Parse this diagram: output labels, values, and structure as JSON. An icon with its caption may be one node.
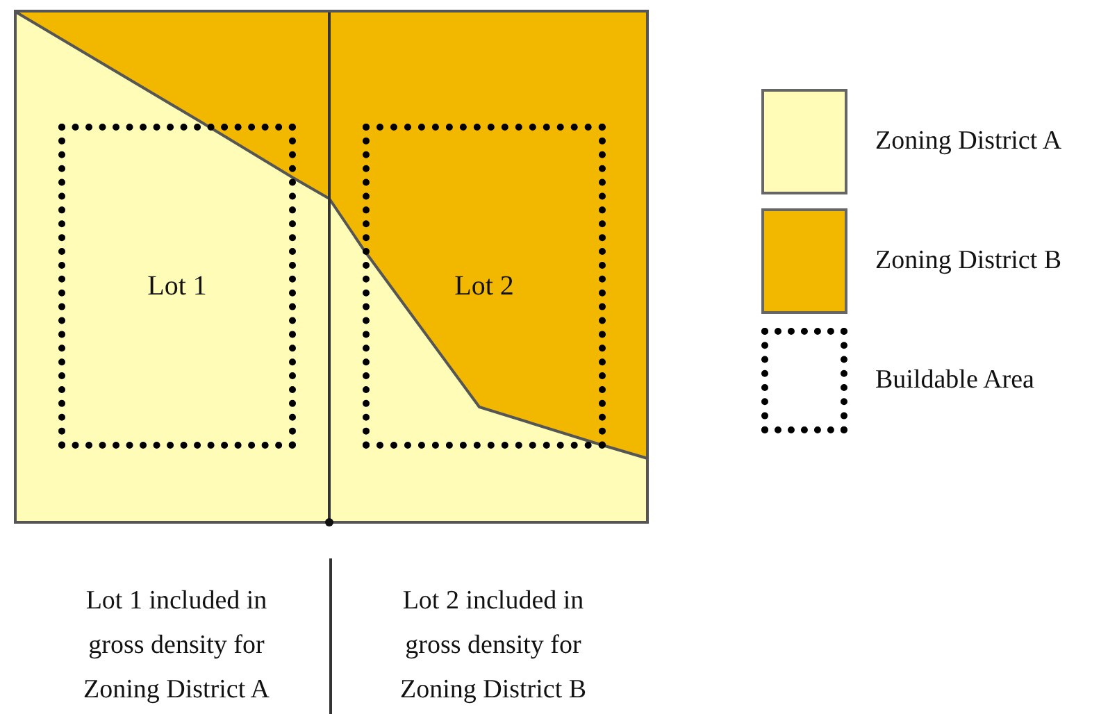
{
  "diagram": {
    "nodes": [
      {
        "text": [
          "Lot 1"
        ]
      },
      {
        "text": [
          "Lot 2"
        ]
      }
    ],
    "labels": [
      "Lot 1 included in gross density for Zoning District A",
      "Lot 2 included in gross density for Zoning District B"
    ],
    "legend": [
      {
        "text": "Zoning District A",
        "color": "#fffcb8"
      },
      {
        "text": "Zoning District B",
        "color": "#f2b800"
      },
      {
        "text": "Buildable Area"
      }
    ]
  }
}
